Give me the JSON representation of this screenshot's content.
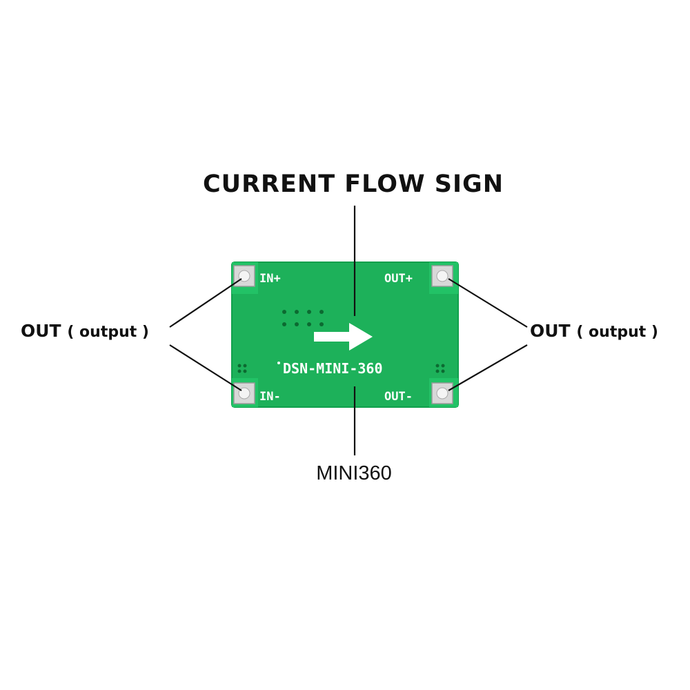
{
  "heading": "CURRENT FLOW SIGN",
  "left_label": {
    "main": "OUT",
    "paren": "( output )"
  },
  "right_label": {
    "main": "OUT",
    "paren": "( output )"
  },
  "bottom_label": "MINI360",
  "board": {
    "model_text": "DSN-MINI-360",
    "pins": {
      "in_plus": "IN+",
      "in_minus": "IN-",
      "out_plus": "OUT+",
      "out_minus": "OUT-"
    },
    "colors": {
      "pcb": "#1db15a",
      "pcb_edge": "#0f9a47",
      "silkscreen": "#ffffff",
      "pad": "#d8d8d8"
    }
  }
}
